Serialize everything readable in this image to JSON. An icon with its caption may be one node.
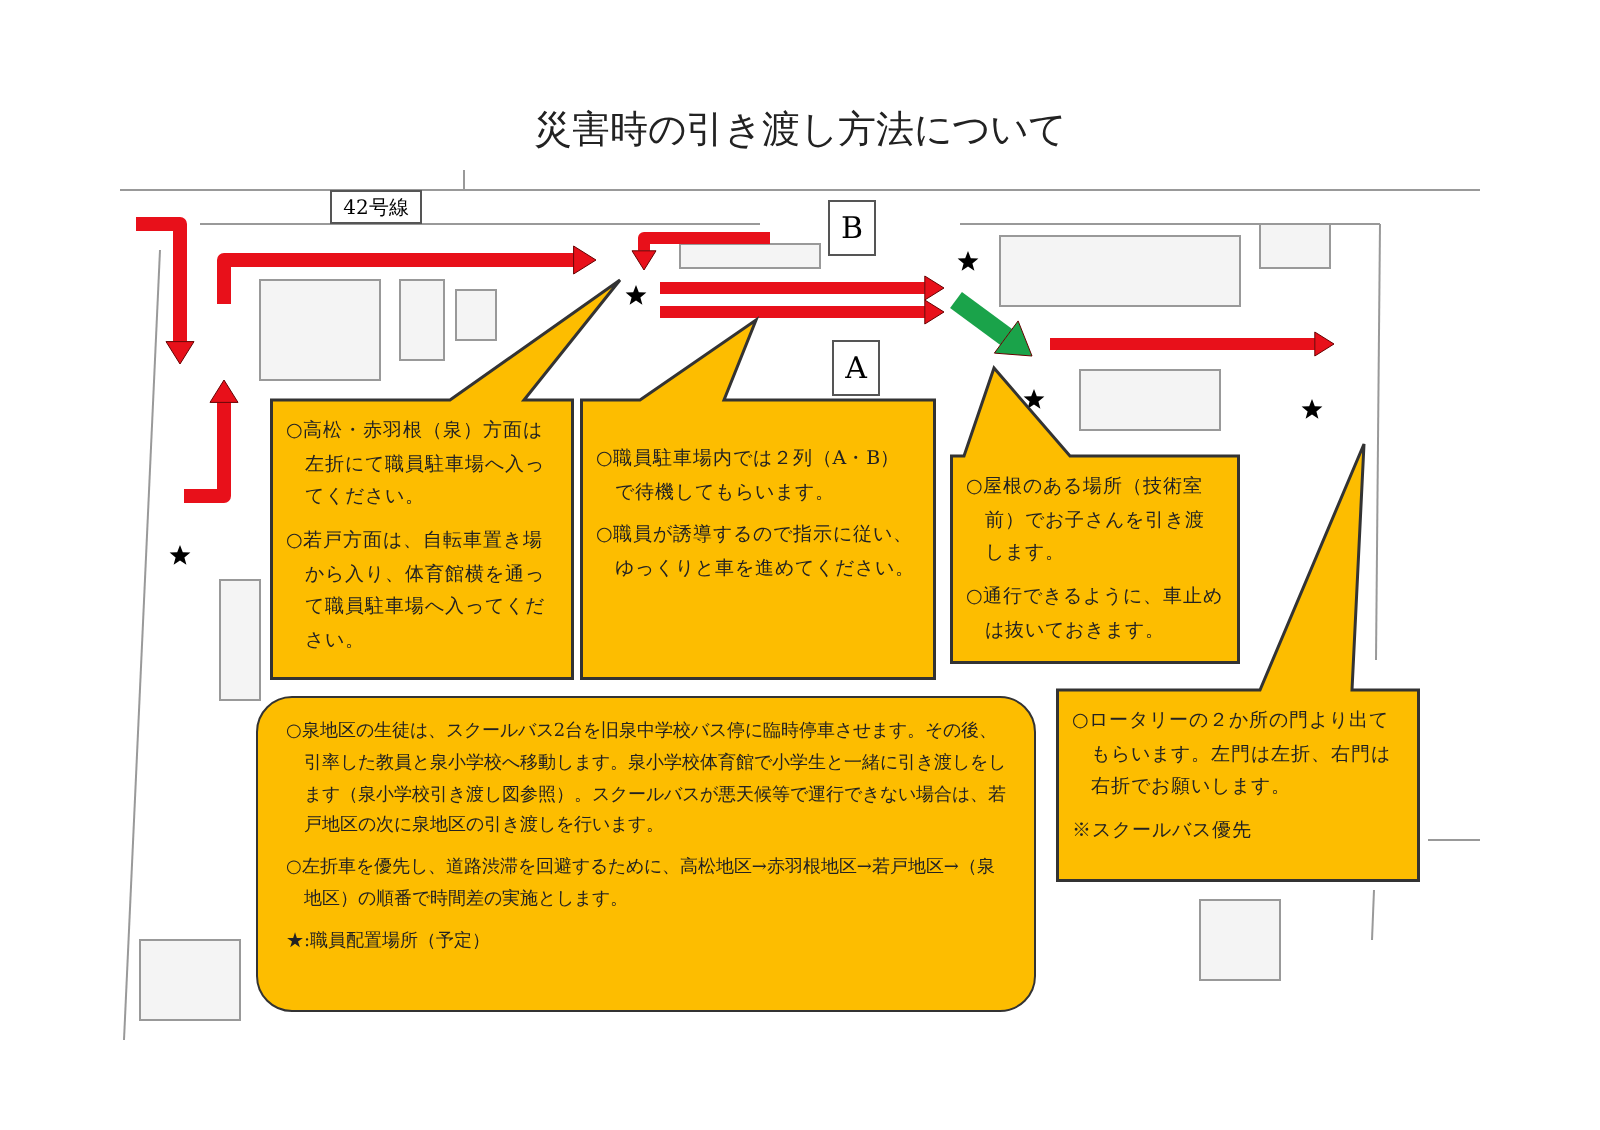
{
  "diagram": {
    "title": "災害時の引き渡し方法について",
    "nodes": [
      {
        "text": [
          "42号線"
        ]
      },
      {
        "text": [
          "B"
        ]
      },
      {
        "text": [
          "A"
        ]
      },
      {
        "text": [
          "○高松・赤羽根（泉）方面は左折にて職員駐車場へ入ってください。",
          "○若戸方面は、自転車置き場から入り、体育館横を通って職員駐車場へ入ってください。"
        ]
      },
      {
        "text": [
          "○職員駐車場内では２列（A・B）で待機してもらいます。",
          "○職員が誘導するので指示に従い、ゆっくりと車を進めてください。"
        ]
      },
      {
        "text": [
          "○屋根のある場所（技術室前）でお子さんを引き渡します。",
          "○通行できるように、車止めは抜いておきます。"
        ]
      },
      {
        "text": [
          "○ロータリーの２か所の門より出てもらいます。左門は左折、右門は右折でお願いします。",
          "※スクールバス優先"
        ]
      },
      {
        "text": [
          "○泉地区の生徒は、スクールバス2台を旧泉中学校バス停に臨時停車させます。その後、引率した教員と泉小学校へ移動します。泉小学校体育館で小学生と一緒に引き渡しをします（泉小学校引き渡し図参照）。スクールバスが悪天候等で運行できない場合は、若戸地区の次に泉地区の引き渡しを行います。",
          "○左折車を優先し、道路渋滞を回避するために、高松地区→赤羽根地区→若戸地区→（泉地区）の順番で時間差の実施とします。",
          "★:職員配置場所（予定）"
        ]
      }
    ]
  }
}
